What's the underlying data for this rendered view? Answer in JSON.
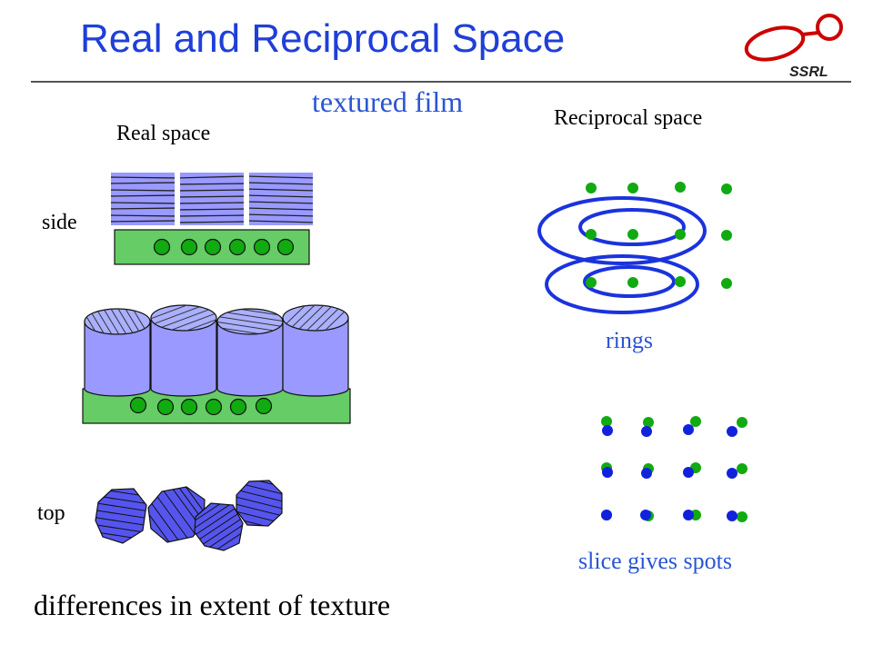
{
  "title": "Real and Reciprocal Space",
  "logo": {
    "text": "SSRL",
    "color": "#cc0000"
  },
  "subtitle": "textured film",
  "labels": {
    "real_space": "Real space",
    "reciprocal_space": "Reciprocal space",
    "side": "side",
    "top": "top",
    "rings": "rings",
    "slice_gives_spots": "slice gives spots"
  },
  "caption": "differences in extent of texture",
  "colors": {
    "title_blue": "#1f3fd8",
    "crystal_blue": "#9999ff",
    "substrate_green": "#66cc66",
    "spot_green": "#11aa11",
    "spot_blue": "#1122dd",
    "ring_blue": "#1a33dd"
  }
}
